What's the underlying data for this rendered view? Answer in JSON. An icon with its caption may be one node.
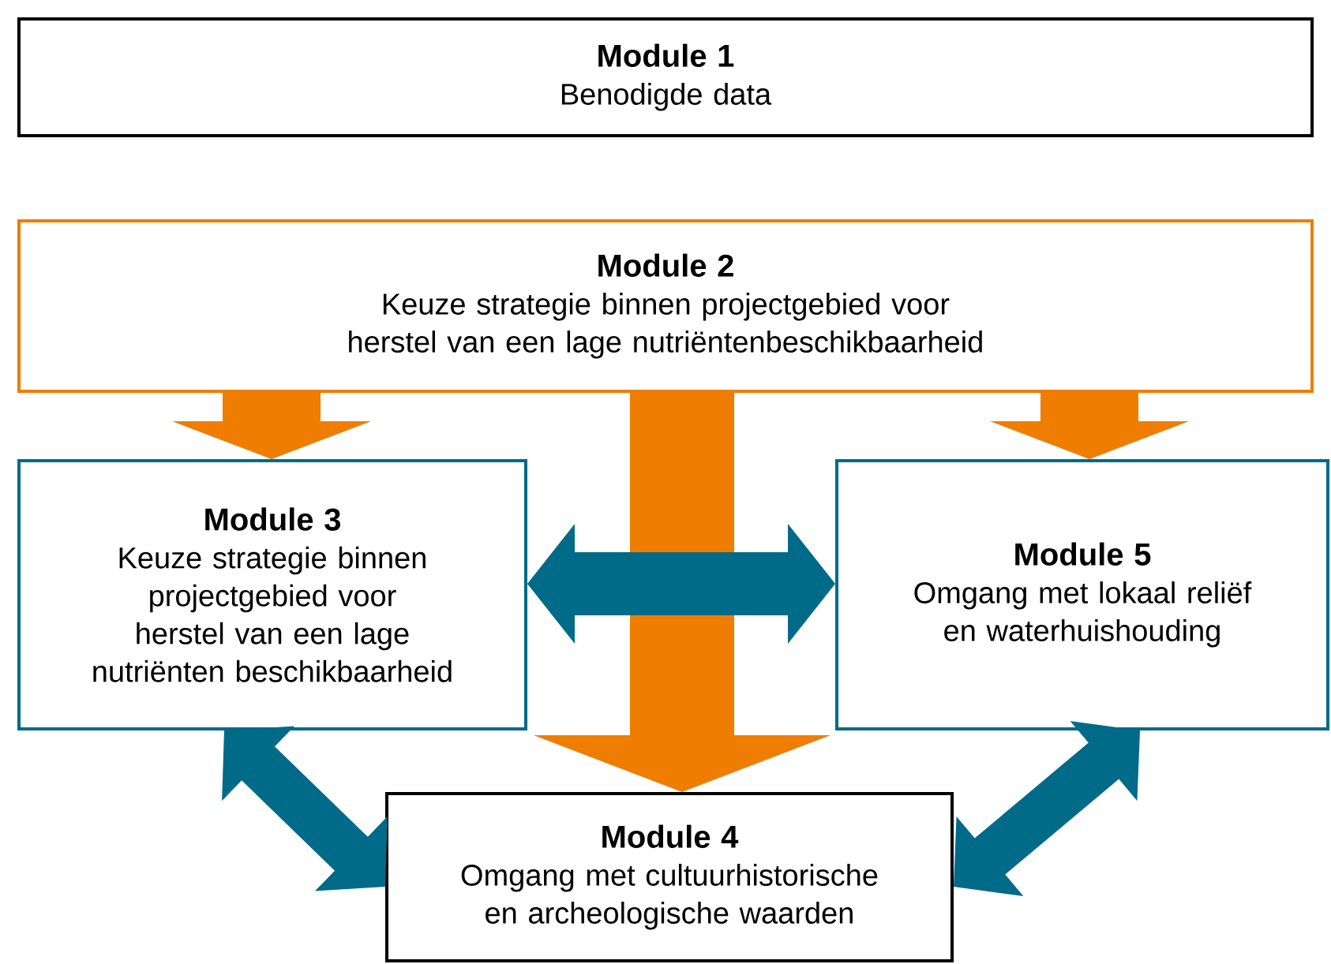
{
  "diagram": {
    "nodes": [
      {
        "text": [
          "Module 1",
          "Benodigde data"
        ]
      },
      {
        "text": [
          "Module 2",
          "Keuze strategie binnen projectgebied voor herstel van een lage nutriëntenbeschikbaarheid"
        ]
      },
      {
        "text": [
          "Module 3",
          "Keuze strategie binnen projectgebied voor herstel van een lage nutriënten beschikbaarheid"
        ]
      },
      {
        "text": [
          "Module 5",
          "Omgang met lokaal reliëf en waterhuishouding"
        ]
      },
      {
        "text": [
          "Module 4",
          "Omgang met cultuurhistorische en archeologische waarden"
        ]
      }
    ],
    "edges": [
      {
        "from": 1,
        "to": 2,
        "arrow": "to",
        "color": "#ee7d00"
      },
      {
        "from": 1,
        "to": 3,
        "arrow": "to",
        "color": "#ee7d00"
      },
      {
        "from": 1,
        "to": 4,
        "arrow": "to",
        "color": "#ee7d00"
      },
      {
        "from": 2,
        "to": 3,
        "arrow": "both",
        "color": "#006a89"
      },
      {
        "from": 2,
        "to": 4,
        "arrow": "both",
        "color": "#006a89"
      },
      {
        "from": 3,
        "to": 4,
        "arrow": "both",
        "color": "#006a89"
      }
    ]
  }
}
